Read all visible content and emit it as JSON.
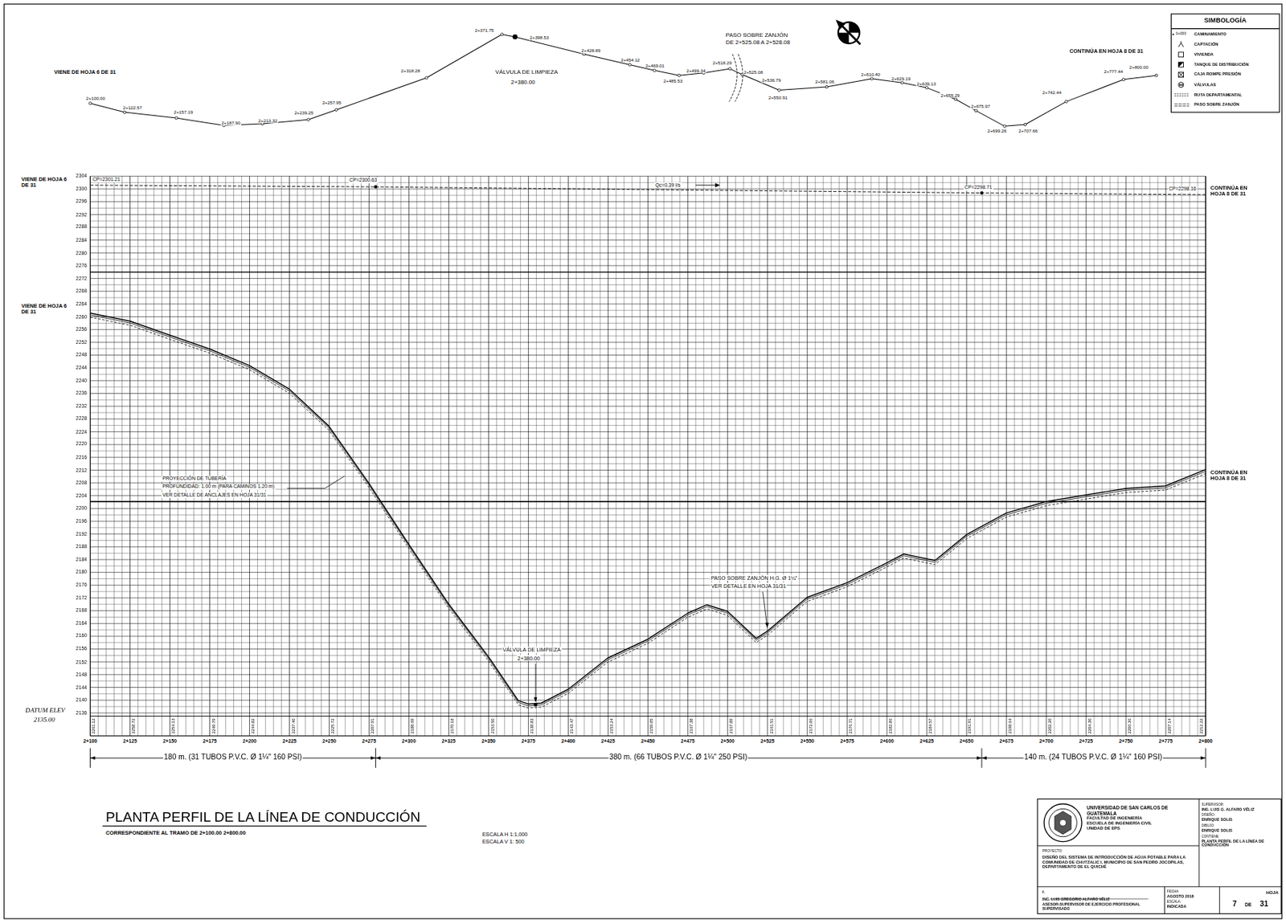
{
  "diagram": {
    "title": "PLANTA PERFIL DE LA LÍNEA DE CONDUCCIÓN",
    "nodes": [
      {
        "text": [
          "UNIVERSIDAD DE SAN CARLOS DE GUATEMALA",
          "FACULTAD DE INGENIERÍA",
          "ESCUELA DE INGENIERÍA CIVIL",
          "UNIDAD DE EPS"
        ]
      },
      {
        "text": [
          "SUPERVISOR:",
          "ING. LUIS G. ALFARO VÉLIZ",
          "DISEÑO:",
          "ENRIQUE SOLIS",
          "DIBUJO:",
          "ENRIQUE SOLIS",
          "CONTIENE:",
          "PLANTA PERFIL DE LA LÍNEA DE CONDUCCIÓN"
        ]
      },
      {
        "text": [
          "PROYECTO:",
          "DISEÑO DEL SISTEMA DE INTRODUCCIÓN DE AGUA POTABLE PARA LA COMUNIDAD DE CHUTZALIC I, MUNICIPIO DE SAN PEDRO JOCOPILAS, DEPARTAMENTO DE EL QUICHÉ"
        ]
      },
      {
        "text": [
          "f.",
          "ING. LUIS GREGORIO ALFARO VÉLIZ",
          "ASESOR-SUPERVISOR DE EJERCICIO PROFESIONAL SUPERVISADO"
        ]
      },
      {
        "text": [
          "FECHA:",
          "AGOSTO 2018",
          "ESCALA:",
          "INDICADA"
        ]
      },
      {
        "text": [
          "HOJA",
          "7",
          "DE",
          "31"
        ]
      }
    ],
    "labels": [
      "VIENE DE HOJA 6 DE 31",
      "2+100.00",
      "2+122.57",
      "2+157.19",
      "2+187.90",
      "2+213.32",
      "2+239.25",
      "2+257.95",
      "2+318.28",
      "2+371.75",
      "2+398.53",
      "VÁLVULA DE LIMPIEZA",
      "2+380.00",
      "2+428.89",
      "2+454.12",
      "2+469.01",
      "2+485.53",
      "2+499.34",
      "2+518.29",
      "PASO SOBRE ZANJÓN",
      "DE 2+525.08 A 2+528.08",
      "2+525.08",
      "2+536.79",
      "2+550.91",
      "2+581.06",
      "2+610.40",
      "2+629.19",
      "2+639.13",
      "2+655.29",
      "2+675.97",
      "2+699.26",
      "2+707.66",
      "2+742.44",
      "2+777.44",
      "2+800.00",
      "CONTINÚA EN HOJA 8 DE 31",
      "SIMBOLOGÍA",
      "0+000",
      "VIENE DE HOJA 6 DE 31",
      "VIENE DE HOJA 6 DE 31",
      "CONTINÚA EN HOJA 8 DE 31",
      "CONTINÚA EN HOJA 8 DE 31",
      "CP=2301.21",
      "CP=2300.63",
      "Qc=0.39 l/s",
      "CP=2298.71",
      "CP=2298.16",
      "DATUM ELEV",
      "2135.00",
      "PROYECCIÓN DE TUBERÍA",
      "PROFUNDIDAD: 1.00 m (PARA CAMINOS 1.20 m)",
      "VER DETALLE DE ANCLAJES EN HOJA 31/31",
      "VÁLVULA DE LIMPIEZA",
      "2+380.00",
      "PASO SOBRE ZANJÓN H.G. Ø 1¼\"",
      "VER DETALLE EN HOJA 31/31",
      "180 m. (31 TUBOS P.V.C. Ø 1¼\"  160 PSI)",
      "380 m. (66 TUBOS P.V.C. Ø 1¼\"  250 PSI)",
      "140 m. (24 TUBOS P.V.C. Ø 1¼\"  160 PSI)",
      "CORRESPONDIENTE AL TRAMO DE 2+100.00 2+800.00",
      "ESCALA H 1:1,000",
      "ESCALA V 1: 500",
      "2304",
      "2300",
      "2296",
      "2292",
      "2288",
      "2284",
      "2280",
      "2276",
      "2272",
      "2268",
      "2264",
      "2260",
      "2256",
      "2252",
      "2248",
      "2244",
      "2240",
      "2236",
      "2232",
      "2228",
      "2224",
      "2220",
      "2216",
      "2212",
      "2208",
      "2204",
      "2200",
      "2196",
      "2192",
      "2188",
      "2184",
      "2180",
      "2176",
      "2172",
      "2168",
      "2164",
      "2160",
      "2156",
      "2152",
      "2148",
      "2144",
      "2140",
      "2136",
      "2+100",
      "2+125",
      "2+150",
      "2+175",
      "2+200",
      "2+225",
      "2+250",
      "2+275",
      "2+300",
      "2+325",
      "2+350",
      "2+375",
      "2+400",
      "2+425",
      "2+450",
      "2+475",
      "2+500",
      "2+525",
      "2+550",
      "2+575",
      "2+600",
      "2+625",
      "2+650",
      "2+675",
      "2+700",
      "2+725",
      "2+750",
      "2+775",
      "2+800",
      "2261.12",
      "2258.72",
      "2254.13",
      "2249.79",
      "2244.82",
      "2237.40",
      "2225.72",
      "2207.91",
      "2188.69",
      "2170.18",
      "2153.50",
      "2138.83",
      "2143.47",
      "2153.24",
      "2159.05",
      "2167.38",
      "2167.89",
      "2161.51",
      "2172.06",
      "2176.71",
      "2182.86",
      "2184.57",
      "2191.91",
      "2198.64",
      "2202.20",
      "2204.30",
      "2206.36",
      "2207.14",
      "2212.22"
    ],
    "legend": [
      {
        "text": "CAMINAMIENTO"
      },
      {
        "text": "CAPTACIÓN"
      },
      {
        "text": "VIVIENDA"
      },
      {
        "text": "TANQUE DE DISTRIBUCIÓN"
      },
      {
        "text": "CAJA ROMPE PRESIÓN"
      },
      {
        "text": "VÁLVULAS"
      },
      {
        "text": "RUTA DEPARTAMENTAL"
      },
      {
        "text": "PASO SOBRE ZANJÓN"
      }
    ]
  }
}
